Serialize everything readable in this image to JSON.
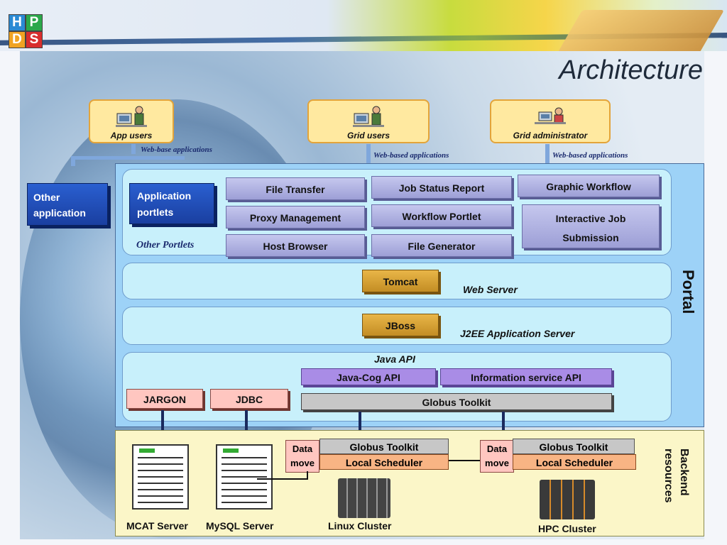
{
  "title": "Architecture",
  "logo": {
    "letters": [
      "H",
      "P",
      "D",
      "S"
    ]
  },
  "users": [
    {
      "label": "App  users",
      "link": "Web-base applications"
    },
    {
      "label": "Grid users",
      "link": "Web-based applications"
    },
    {
      "label": "Grid administrator",
      "link": "Web-based applications"
    }
  ],
  "other_application": "Other application",
  "portal": {
    "label": "Portal",
    "portlets": {
      "application_portlets": "Application portlets",
      "other_portlets": "Other Portlets",
      "items": [
        "File Transfer",
        "Job Status Report",
        "Graphic Workflow",
        "Proxy Management",
        "Workflow Portlet",
        "Interactive Job Submission",
        "Host Browser",
        "File Generator"
      ]
    },
    "web_server": {
      "component": "Tomcat",
      "label": "Web Server"
    },
    "app_server": {
      "component": "JBoss",
      "label": "J2EE Application Server"
    },
    "java_api": {
      "label": "Java API",
      "java_cog": "Java-Cog API",
      "info_service": "Information service API",
      "globus": "Globus Toolkit",
      "jargon": "JARGON",
      "jdbc": "JDBC"
    }
  },
  "backend": {
    "label": "Backend resources",
    "mcat": "MCAT Server",
    "mysql": "MySQL Server",
    "linux": "Linux Cluster",
    "hpc": "HPC Cluster",
    "data_move": "Data move",
    "globus": "Globus Toolkit",
    "scheduler": "Local Scheduler"
  }
}
